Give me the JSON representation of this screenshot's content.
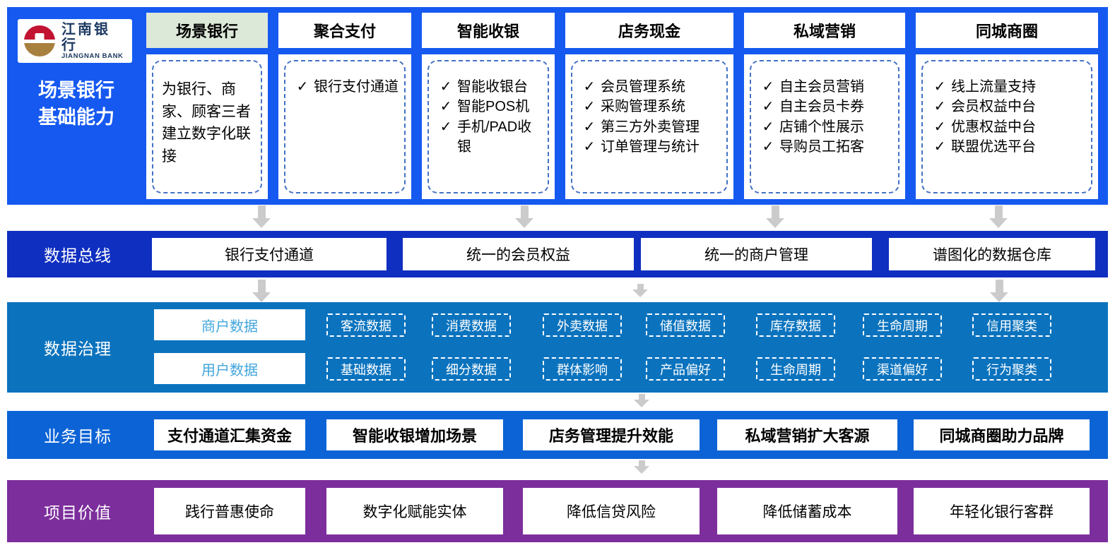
{
  "icons": {
    "check": "✓",
    "down_arrow": "▼"
  },
  "colors": {
    "capability_band": "#1659F0",
    "data_bus_band": "#0F2FC0",
    "governance_band": "#0B73BE",
    "goal_band": "#0C63D6",
    "value_band": "#7C2E9C",
    "highlight_header": "#DCE8D8",
    "governance_text_accent": "#41A5DC",
    "arrow_gray": "#CBCBCB",
    "logo_red": "#C21432",
    "logo_gold": "#A8803E",
    "logo_navy": "#1D3A63"
  },
  "logo": {
    "cn": "江南银行",
    "en": "JIANGNAN BANK"
  },
  "capability": {
    "label_line1": "场景银行",
    "label_line2": "基础能力",
    "columns": [
      {
        "header": "场景银行",
        "highlighted": true,
        "paragraph": "为银行、商家、顾客三者建立数字化联接",
        "items": []
      },
      {
        "header": "聚合支付",
        "highlighted": false,
        "items": [
          "银行支付通道"
        ]
      },
      {
        "header": "智能收银",
        "highlighted": false,
        "items": [
          "智能收银台",
          "智能POS机",
          "手机/PAD收银"
        ]
      },
      {
        "header": "店务现金",
        "highlighted": false,
        "items": [
          "会员管理系统",
          "采购管理系统",
          "第三方外卖管理",
          "订单管理与统计"
        ]
      },
      {
        "header": "私域营销",
        "highlighted": false,
        "items": [
          "自主会员营销",
          "自主会员卡券",
          "店铺个性展示",
          "导购员工拓客"
        ]
      },
      {
        "header": "同城商圈",
        "highlighted": false,
        "items": [
          "线上流量支持",
          "会员权益中台",
          "优惠权益中台",
          "联盟优选平台"
        ]
      }
    ]
  },
  "data_bus": {
    "label": "数据总线",
    "boxes": [
      "银行支付通道",
      "统一的会员权益",
      "统一的商户管理",
      "谱图化的数据仓库"
    ]
  },
  "data_governance": {
    "label": "数据治理",
    "rows": [
      {
        "category": "商户数据",
        "tags": [
          "客流数据",
          "消费数据",
          "外卖数据",
          "储值数据",
          "库存数据",
          "生命周期",
          "信用聚类"
        ]
      },
      {
        "category": "用户数据",
        "tags": [
          "基础数据",
          "细分数据",
          "群体影响",
          "产品偏好",
          "生命周期",
          "渠道偏好",
          "行为聚类"
        ]
      }
    ]
  },
  "business_goals": {
    "label": "业务目标",
    "boxes": [
      "支付通道汇集资金",
      "智能收银增加场景",
      "店务管理提升效能",
      "私域营销扩大客源",
      "同城商圈助力品牌"
    ]
  },
  "project_values": {
    "label": "项目价值",
    "boxes": [
      "践行普惠使命",
      "数字化赋能实体",
      "降低信贷风险",
      "降低储蓄成本",
      "年轻化银行客群"
    ]
  }
}
